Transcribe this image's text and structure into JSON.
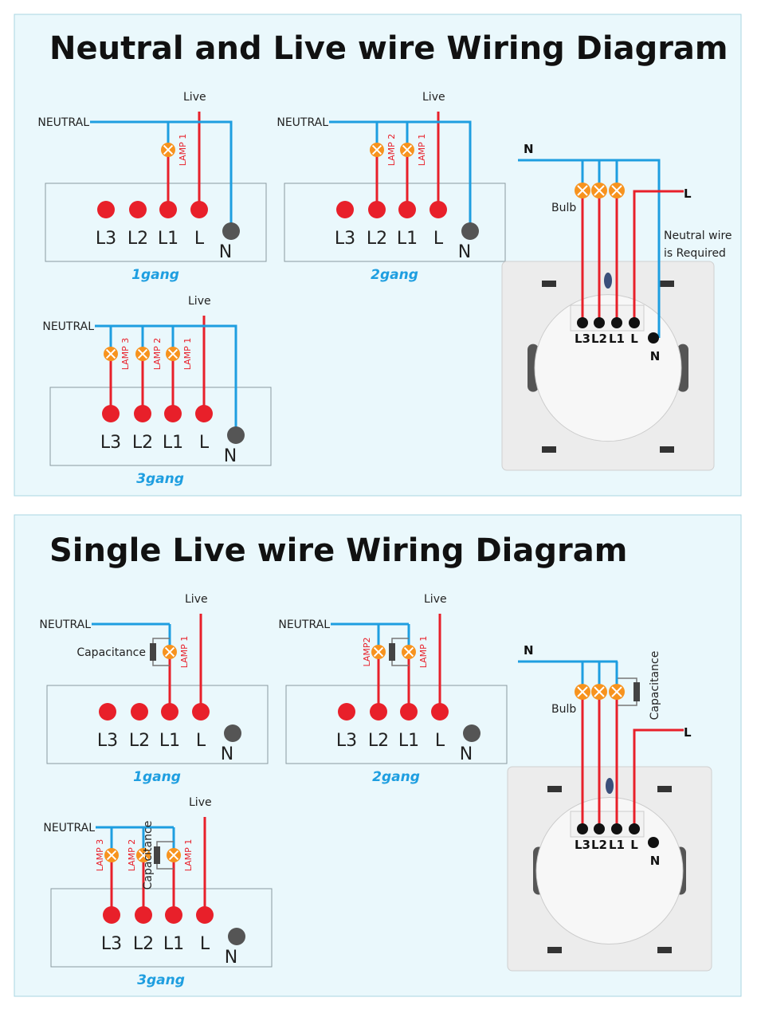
{
  "colors": {
    "background": "#eaf8fc",
    "neutral_wire": "#1e9ee0",
    "live_wire": "#e8202a",
    "lamp": "#f7931e",
    "neutral_terminal": "#555555",
    "capacitor": "#444444"
  },
  "sections": [
    {
      "title": "Neutral and Live wire Wiring Diagram",
      "diagrams": [
        {
          "gang_label": "1gang",
          "neutral_label": "NEUTRAL",
          "live_label": "Live",
          "terminals": [
            "L3",
            "L2",
            "L1",
            "L"
          ],
          "n_label": "N",
          "lamps": [
            "LAMP 1"
          ]
        },
        {
          "gang_label": "2gang",
          "neutral_label": "NEUTRAL",
          "live_label": "Live",
          "terminals": [
            "L3",
            "L2",
            "L1",
            "L"
          ],
          "n_label": "N",
          "lamps": [
            "LAMP 1",
            "LAMP 2"
          ]
        },
        {
          "gang_label": "3gang",
          "neutral_label": "NEUTRAL",
          "live_label": "Live",
          "terminals": [
            "L3",
            "L2",
            "L1",
            "L"
          ],
          "n_label": "N",
          "lamps": [
            "LAMP 1",
            "LAMP 2",
            "LAMP 3"
          ]
        }
      ],
      "device": {
        "n_label": "N",
        "l_label": "L",
        "bulb_label": "Bulb",
        "terminals": [
          "L3",
          "L2",
          "L1",
          "L"
        ],
        "n_terminal": "N",
        "note_lines": [
          "Neutral wire",
          "is Required"
        ]
      }
    },
    {
      "title": "Single Live wire Wiring Diagram",
      "diagrams": [
        {
          "gang_label": "1gang",
          "neutral_label": "NEUTRAL",
          "live_label": "Live",
          "terminals": [
            "L3",
            "L2",
            "L1",
            "L"
          ],
          "n_label": "N",
          "lamps": [
            "LAMP 1"
          ],
          "capacitance_label": "Capacitance"
        },
        {
          "gang_label": "2gang",
          "neutral_label": "NEUTRAL",
          "live_label": "Live",
          "terminals": [
            "L3",
            "L2",
            "L1",
            "L"
          ],
          "n_label": "N",
          "lamps": [
            "LAMP 1",
            "LAMP2"
          ],
          "capacitance_label": ""
        },
        {
          "gang_label": "3gang",
          "neutral_label": "NEUTRAL",
          "live_label": "Live",
          "terminals": [
            "L3",
            "L2",
            "L1",
            "L"
          ],
          "n_label": "N",
          "lamps": [
            "LAMP 1",
            "LAMP 2",
            "LAMP 3"
          ],
          "capacitance_label": "Capacitance"
        }
      ],
      "device": {
        "n_label": "N",
        "l_label": "L",
        "bulb_label": "Bulb",
        "terminals": [
          "L3",
          "L2",
          "L1",
          "L"
        ],
        "n_terminal": "N",
        "capacitance_label": "Capacitance"
      }
    }
  ]
}
